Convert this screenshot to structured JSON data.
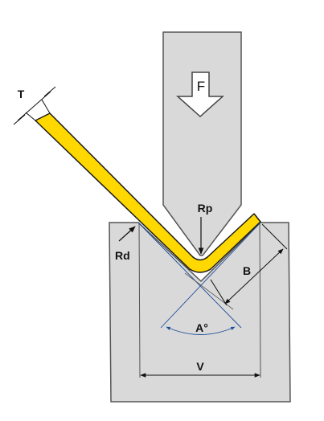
{
  "labels": {
    "thickness": "T",
    "force": "F",
    "punch_radius": "Rp",
    "die_radius": "Rd",
    "flange_length": "B",
    "bend_angle": "A°",
    "die_opening": "V"
  },
  "colors": {
    "tooling_fill": "#d9d9d9",
    "tooling_stroke": "#555555",
    "sheet_fill": "#ffd800",
    "sheet_stroke": "#1a1a1a",
    "dimension_line": "#111111",
    "angle_guides": "#1f4e9a"
  }
}
